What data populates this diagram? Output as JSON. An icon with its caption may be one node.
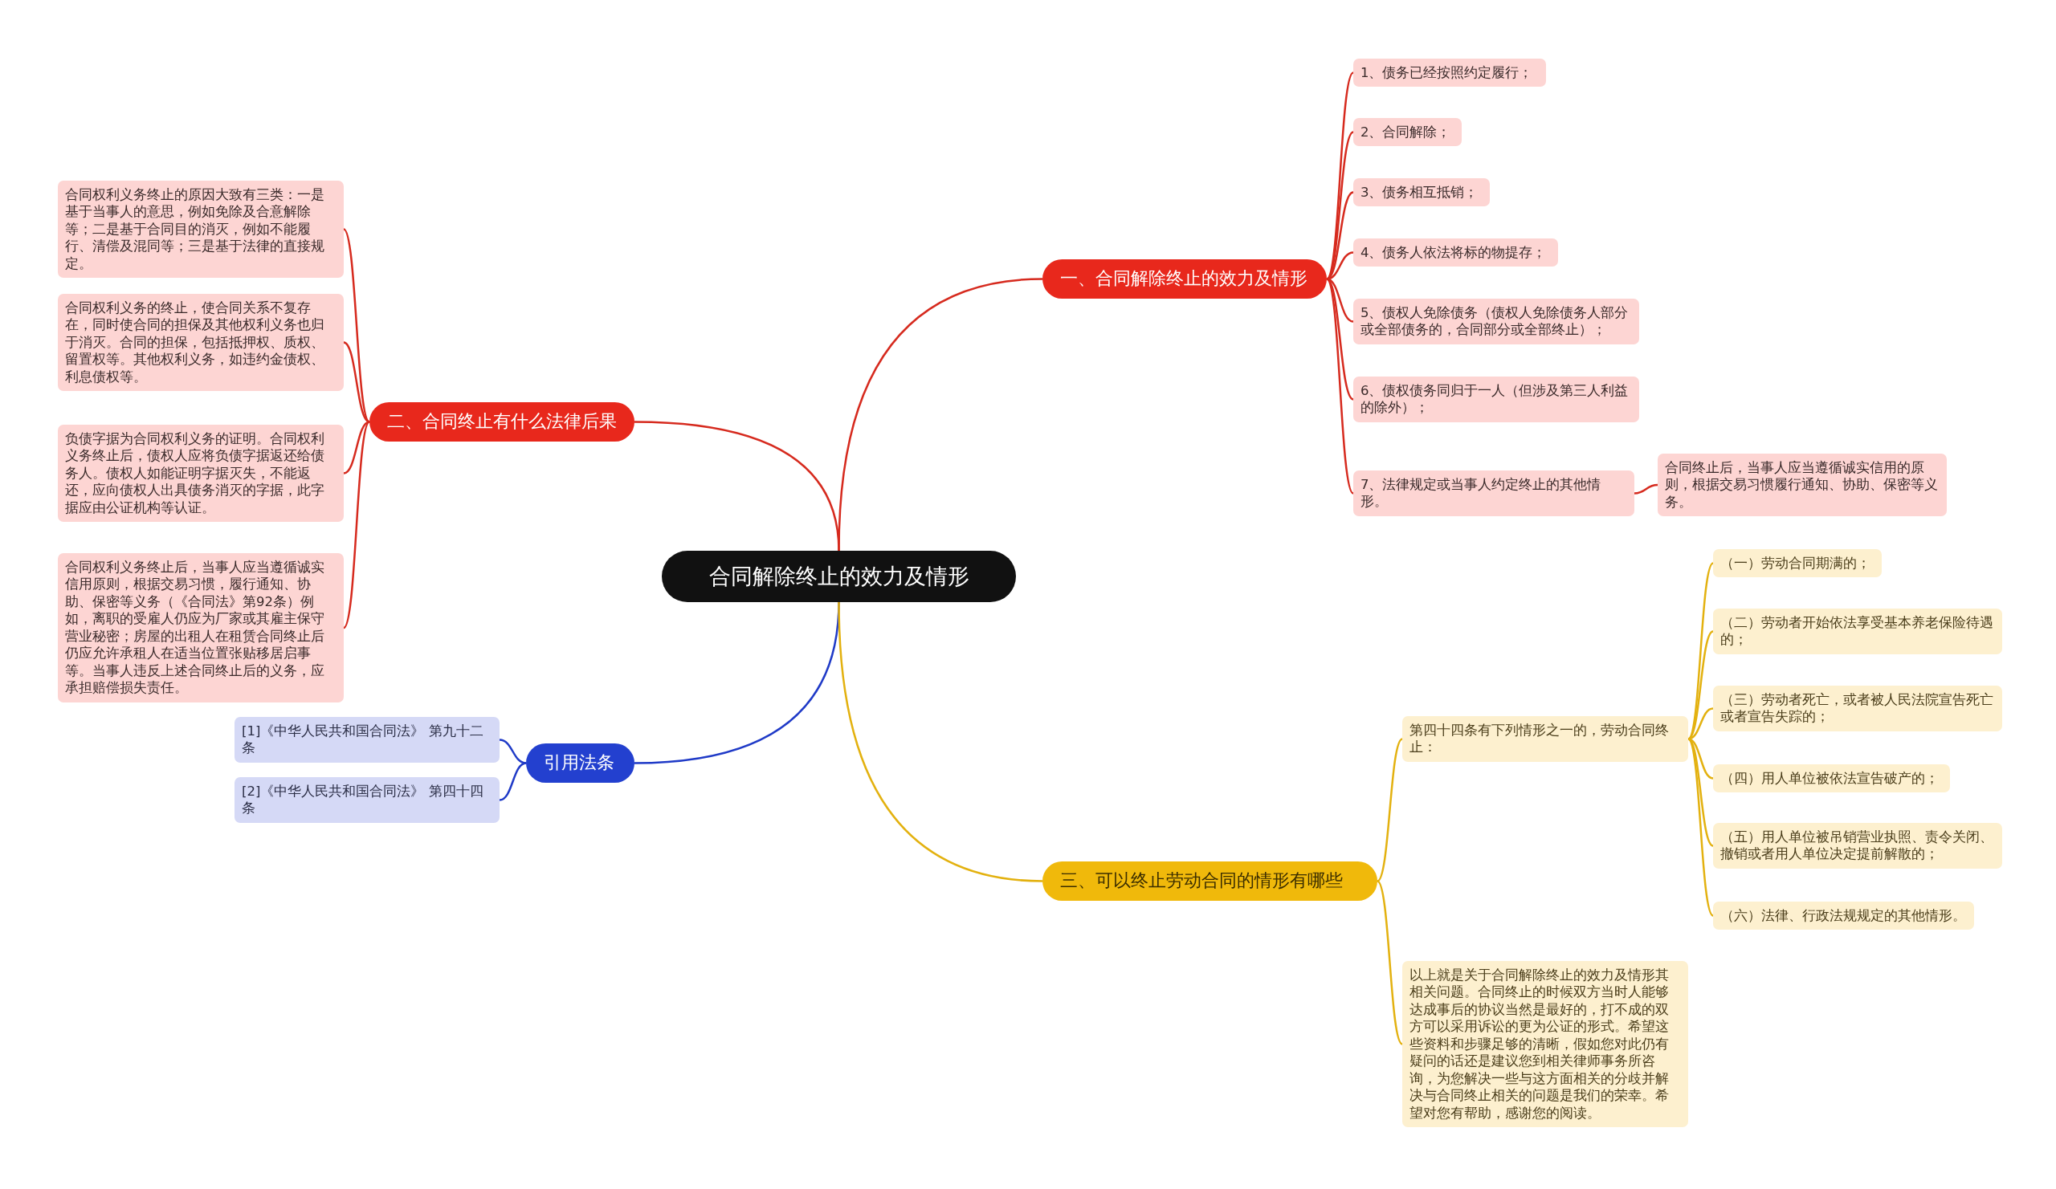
{
  "diagram": {
    "nodes": [
      {
        "text": [
          "合同解除终止的效力及情形"
        ]
      },
      {
        "text": [
          "一、合同解除终止的效力及情形"
        ]
      },
      {
        "text": [
          "1、债务已经按照约定履行；"
        ]
      },
      {
        "text": [
          "2、合同解除；"
        ]
      },
      {
        "text": [
          "3、债务相互抵销；"
        ]
      },
      {
        "text": [
          "4、债务人依法将标的物提存；"
        ]
      },
      {
        "text": [
          "5、债权人免除债务（债权人免除债务人部分或全部债务的，合同部分或全部终止）；"
        ]
      },
      {
        "text": [
          "6、债权债务同归于一人（但涉及第三人利益的除外）；"
        ]
      },
      {
        "text": [
          "7、法律规定或当事人约定终止的其他情形。"
        ]
      },
      {
        "text": [
          "合同终止后，当事人应当遵循诚实信用的原则，根据交易习惯履行通知、协助、保密等义务。"
        ]
      },
      {
        "text": [
          "二、合同终止有什么法律后果"
        ]
      },
      {
        "text": [
          "合同权利义务终止的原因大致有三类：一是基于当事人的意思，例如免除及合意解除等；二是基于合同目的消灭，例如不能履行、清偿及混同等；三是基于法律的直接规定。"
        ]
      },
      {
        "text": [
          "合同权利义务的终止，使合同关系不复存在，同时使合同的担保及其他权利义务也归于消灭。合同的担保，包括抵押权、质权、留置权等。其他权利义务，如违约金债权、利息债权等。"
        ]
      },
      {
        "text": [
          "负债字据为合同权利义务的证明。合同权利义务终止后，债权人应将负债字据返还给债务人。债权人如能证明字据灭失，不能返还，应向债权人出具债务消灭的字据，此字据应由公证机构等认证。"
        ]
      },
      {
        "text": [
          "合同权利义务终止后，当事人应当遵循诚实信用原则，根据交易习惯，履行通知、协助、保密等义务（《合同法》第92条）例如，离职的受雇人仍应为厂家或其雇主保守营业秘密；房屋的出租人在租赁合同终止后仍应允许承租人在适当位置张贴移居启事等。当事人违反上述合同终止后的义务，应承担赔偿损失责任。"
        ]
      },
      {
        "text": [
          "引用法条"
        ]
      },
      {
        "text": [
          "[1]《中华人民共和国合同法》 第九十二条"
        ]
      },
      {
        "text": [
          "[2]《中华人民共和国合同法》 第四十四条"
        ]
      },
      {
        "text": [
          "三、可以终止劳动合同的情形有哪些"
        ]
      },
      {
        "text": [
          "第四十四条有下列情形之一的，劳动合同终止："
        ]
      },
      {
        "text": [
          "（一）劳动合同期满的；"
        ]
      },
      {
        "text": [
          "（二）劳动者开始依法享受基本养老保险待遇的；"
        ]
      },
      {
        "text": [
          "（三）劳动者死亡，或者被人民法院宣告死亡或者宣告失踪的；"
        ]
      },
      {
        "text": [
          "（四）用人单位被依法宣告破产的；"
        ]
      },
      {
        "text": [
          "（五）用人单位被吊销营业执照、责令关闭、撤销或者用人单位决定提前解散的；"
        ]
      },
      {
        "text": [
          "（六）法律、行政法规规定的其他情形。"
        ]
      },
      {
        "text": [
          "以上就是关于合同解除终止的效力及情形其相关问题。合同终止的时候双方当时人能够达成事后的协议当然是最好的，打不成的双方可以采用诉讼的更为公证的形式。希望这些资料和步骤足够的清晰，假如您对此仍有疑问的话还是建议您到相关律师事务所咨询，为您解决一些与这方面相关的分歧并解决与合同终止相关的问题是我们的荣幸。希望对您有帮助，感谢您的阅读。"
        ]
      }
    ],
    "edges": [
      {
        "from": 0,
        "to": 1,
        "arrow": "none"
      },
      {
        "from": 1,
        "to": 2,
        "arrow": "none"
      },
      {
        "from": 1,
        "to": 3,
        "arrow": "none"
      },
      {
        "from": 1,
        "to": 4,
        "arrow": "none"
      },
      {
        "from": 1,
        "to": 5,
        "arrow": "none"
      },
      {
        "from": 1,
        "to": 6,
        "arrow": "none"
      },
      {
        "from": 1,
        "to": 7,
        "arrow": "none"
      },
      {
        "from": 1,
        "to": 8,
        "arrow": "none"
      },
      {
        "from": 8,
        "to": 9,
        "arrow": "none"
      },
      {
        "from": 0,
        "to": 10,
        "arrow": "none"
      },
      {
        "from": 10,
        "to": 11,
        "arrow": "none"
      },
      {
        "from": 10,
        "to": 12,
        "arrow": "none"
      },
      {
        "from": 10,
        "to": 13,
        "arrow": "none"
      },
      {
        "from": 10,
        "to": 14,
        "arrow": "none"
      },
      {
        "from": 0,
        "to": 15,
        "arrow": "none",
        "color": "#1f3ac7"
      },
      {
        "from": 15,
        "to": 16,
        "arrow": "none",
        "color": "#1f3ac7"
      },
      {
        "from": 15,
        "to": 17,
        "arrow": "none",
        "color": "#1f3ac7"
      },
      {
        "from": 0,
        "to": 18,
        "arrow": "none",
        "color": "#e3b10f"
      },
      {
        "from": 18,
        "to": 19,
        "arrow": "none",
        "color": "#e3b10f"
      },
      {
        "from": 19,
        "to": 20,
        "arrow": "none",
        "color": "#e3b10f"
      },
      {
        "from": 19,
        "to": 21,
        "arrow": "none",
        "color": "#e3b10f"
      },
      {
        "from": 19,
        "to": 22,
        "arrow": "none",
        "color": "#e3b10f"
      },
      {
        "from": 19,
        "to": 23,
        "arrow": "none",
        "color": "#e3b10f"
      },
      {
        "from": 19,
        "to": 24,
        "arrow": "none",
        "color": "#e3b10f"
      },
      {
        "from": 19,
        "to": 25,
        "arrow": "none",
        "color": "#e3b10f"
      },
      {
        "from": 18,
        "to": 26,
        "arrow": "none",
        "color": "#e3b10f"
      }
    ]
  }
}
